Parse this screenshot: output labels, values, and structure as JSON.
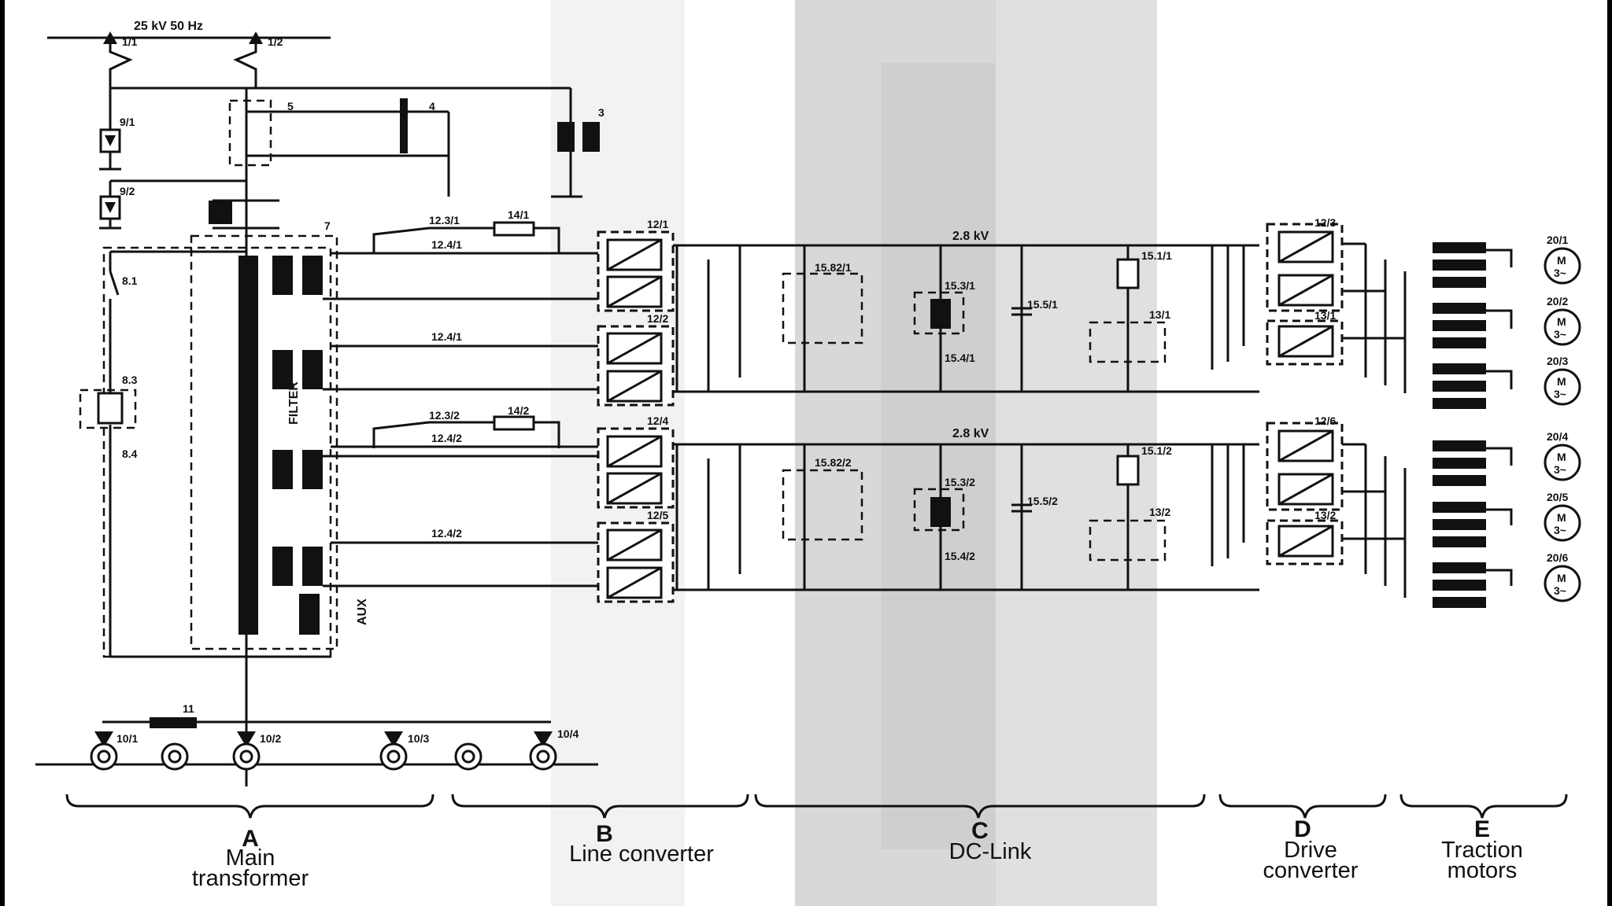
{
  "supply": {
    "label": "25 kV  50 Hz",
    "pantograph_left": "1/1",
    "pantograph_right": "1/2"
  },
  "top": {
    "arrester_1": "9/1",
    "arrester_2": "9/2",
    "main_switch": "5",
    "earthing_switch": "4",
    "voltage_transformer": "3",
    "transformer_tag": "7",
    "filter_label": "FILTER",
    "aux_label": "AUX",
    "breaker_81": "8.1",
    "resistor_83": "8.3",
    "breaker_84": "8.4"
  },
  "contactors": {
    "c1": "12.3/1",
    "r1": "14/1",
    "c2": "12.4/1",
    "c3": "12.4/1",
    "c4": "12.3/2",
    "r2": "14/2",
    "c5": "12.4/2",
    "c6": "12.4/2"
  },
  "line_converters": [
    "12/1",
    "12/2",
    "12/4",
    "12/5"
  ],
  "dc_link": {
    "voltage_top": "2.8 kV",
    "voltage_bottom": "2.8 kV",
    "top": {
      "choke": "15.82/1",
      "cap": "15.3/1",
      "cap_sw": "15.4/1",
      "cap2": "15.5/1",
      "res": "15.1/1",
      "chopper": "13/1"
    },
    "bottom": {
      "choke": "15.82/2",
      "cap": "15.3/2",
      "cap_sw": "15.4/2",
      "cap2": "15.5/2",
      "res": "15.1/2",
      "chopper": "13/2"
    }
  },
  "drive_converters": [
    "12/3",
    "13/1",
    "12/6",
    "13/2"
  ],
  "motors": [
    {
      "tag": "20/1",
      "symbol": "M",
      "phase": "3~"
    },
    {
      "tag": "20/2",
      "symbol": "M",
      "phase": "3~"
    },
    {
      "tag": "20/3",
      "symbol": "M",
      "phase": "3~"
    },
    {
      "tag": "20/4",
      "symbol": "M",
      "phase": "3~"
    },
    {
      "tag": "20/5",
      "symbol": "M",
      "phase": "3~"
    },
    {
      "tag": "20/6",
      "symbol": "M",
      "phase": "3~"
    }
  ],
  "wheels": {
    "returns": [
      "10/1",
      "10/2",
      "10/3",
      "10/4"
    ],
    "earth_res": "11"
  },
  "sections": [
    {
      "letter": "A",
      "name_line1": "Main",
      "name_line2": "transformer"
    },
    {
      "letter": "B",
      "name_line1": "Line converter",
      "name_line2": ""
    },
    {
      "letter": "C",
      "name_line1": "DC-Link",
      "name_line2": ""
    },
    {
      "letter": "D",
      "name_line1": "Drive",
      "name_line2": "converter"
    },
    {
      "letter": "E",
      "name_line1": "Traction",
      "name_line2": "motors"
    }
  ],
  "colors": {
    "ink": "#111111",
    "paper": "#ffffff",
    "shade": "#d6d6d6",
    "frame": "#000000"
  }
}
